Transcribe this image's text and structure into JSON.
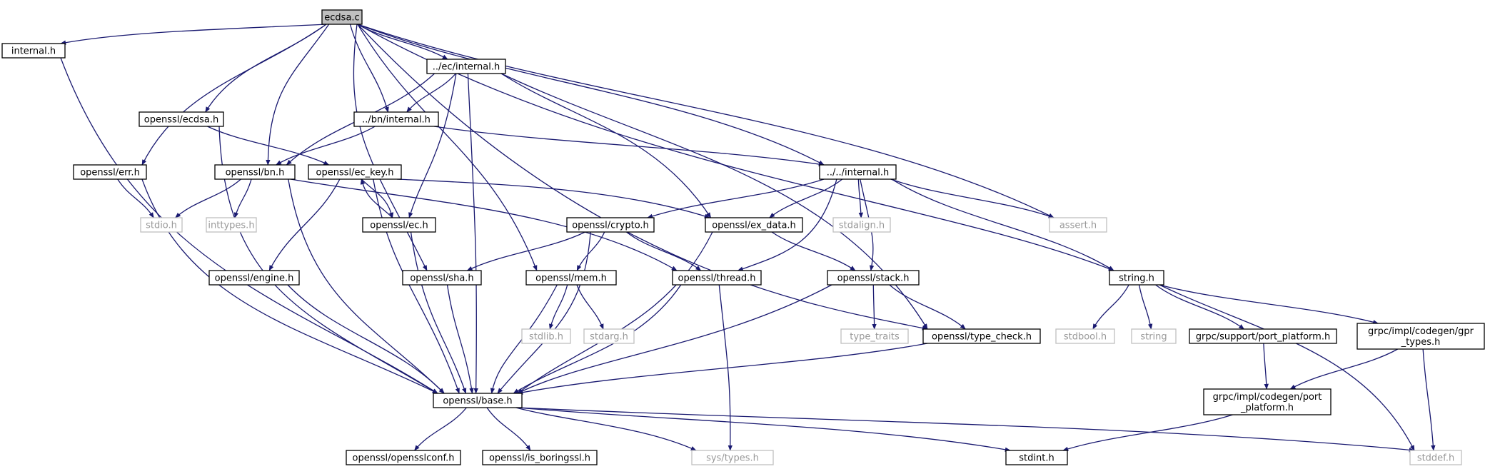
{
  "diagram": {
    "nodes": [
      {
        "id": "ecdsa_c",
        "label": [
          "ecdsa.c"
        ],
        "kind": "root"
      },
      {
        "id": "internal_h",
        "label": [
          "internal.h"
        ],
        "kind": "file"
      },
      {
        "id": "ec_internal",
        "label": [
          "../ec/internal.h"
        ],
        "kind": "file"
      },
      {
        "id": "openssl_ecdsa",
        "label": [
          "openssl/ecdsa.h"
        ],
        "kind": "file"
      },
      {
        "id": "bn_internal",
        "label": [
          "../bn/internal.h"
        ],
        "kind": "file"
      },
      {
        "id": "openssl_err",
        "label": [
          "openssl/err.h"
        ],
        "kind": "file"
      },
      {
        "id": "openssl_bn",
        "label": [
          "openssl/bn.h"
        ],
        "kind": "file"
      },
      {
        "id": "openssl_eckey",
        "label": [
          "openssl/ec_key.h"
        ],
        "kind": "file"
      },
      {
        "id": "up_internal",
        "label": [
          "../../internal.h"
        ],
        "kind": "file"
      },
      {
        "id": "stdio",
        "label": [
          "stdio.h"
        ],
        "kind": "sys"
      },
      {
        "id": "inttypes",
        "label": [
          "inttypes.h"
        ],
        "kind": "sys"
      },
      {
        "id": "openssl_ec",
        "label": [
          "openssl/ec.h"
        ],
        "kind": "file"
      },
      {
        "id": "openssl_crypto",
        "label": [
          "openssl/crypto.h"
        ],
        "kind": "file"
      },
      {
        "id": "openssl_exdata",
        "label": [
          "openssl/ex_data.h"
        ],
        "kind": "file"
      },
      {
        "id": "stdalign",
        "label": [
          "stdalign.h"
        ],
        "kind": "sys"
      },
      {
        "id": "assert",
        "label": [
          "assert.h"
        ],
        "kind": "sys"
      },
      {
        "id": "openssl_engine",
        "label": [
          "openssl/engine.h"
        ],
        "kind": "file"
      },
      {
        "id": "openssl_sha",
        "label": [
          "openssl/sha.h"
        ],
        "kind": "file"
      },
      {
        "id": "openssl_mem",
        "label": [
          "openssl/mem.h"
        ],
        "kind": "file"
      },
      {
        "id": "openssl_thread",
        "label": [
          "openssl/thread.h"
        ],
        "kind": "file"
      },
      {
        "id": "openssl_stack",
        "label": [
          "openssl/stack.h"
        ],
        "kind": "file"
      },
      {
        "id": "string_h",
        "label": [
          "string.h"
        ],
        "kind": "file"
      },
      {
        "id": "stdlib",
        "label": [
          "stdlib.h"
        ],
        "kind": "sys"
      },
      {
        "id": "stdarg",
        "label": [
          "stdarg.h"
        ],
        "kind": "sys"
      },
      {
        "id": "type_traits",
        "label": [
          "type_traits"
        ],
        "kind": "sys"
      },
      {
        "id": "openssl_typecheck",
        "label": [
          "openssl/type_check.h"
        ],
        "kind": "file"
      },
      {
        "id": "stdbool",
        "label": [
          "stdbool.h"
        ],
        "kind": "sys"
      },
      {
        "id": "string",
        "label": [
          "string"
        ],
        "kind": "sys"
      },
      {
        "id": "grpc_port_platform",
        "label": [
          "grpc/support/port_platform.h"
        ],
        "kind": "file"
      },
      {
        "id": "grpc_gpr_types",
        "label": [
          "grpc/impl/codegen/gpr",
          "_types.h"
        ],
        "kind": "file"
      },
      {
        "id": "openssl_base",
        "label": [
          "openssl/base.h"
        ],
        "kind": "file"
      },
      {
        "id": "grpc_codegen_port",
        "label": [
          "grpc/impl/codegen/port",
          "_platform.h"
        ],
        "kind": "file"
      },
      {
        "id": "openssl_opensslconf",
        "label": [
          "openssl/opensslconf.h"
        ],
        "kind": "file"
      },
      {
        "id": "openssl_isboringssl",
        "label": [
          "openssl/is_boringssl.h"
        ],
        "kind": "file"
      },
      {
        "id": "sys_types",
        "label": [
          "sys/types.h"
        ],
        "kind": "sys"
      },
      {
        "id": "stdint",
        "label": [
          "stdint.h"
        ],
        "kind": "file"
      },
      {
        "id": "stddef",
        "label": [
          "stddef.h"
        ],
        "kind": "sys"
      }
    ],
    "edges": [
      [
        "ecdsa_c",
        "internal_h"
      ],
      [
        "ecdsa_c",
        "ec_internal"
      ],
      [
        "ecdsa_c",
        "openssl_ecdsa"
      ],
      [
        "ecdsa_c",
        "bn_internal"
      ],
      [
        "ecdsa_c",
        "openssl_err"
      ],
      [
        "ecdsa_c",
        "openssl_bn"
      ],
      [
        "ecdsa_c",
        "up_internal"
      ],
      [
        "ecdsa_c",
        "openssl_sha"
      ],
      [
        "ecdsa_c",
        "openssl_mem"
      ],
      [
        "ecdsa_c",
        "assert"
      ],
      [
        "ecdsa_c",
        "string_h"
      ],
      [
        "ecdsa_c",
        "openssl_typecheck"
      ],
      [
        "internal_h",
        "openssl_base"
      ],
      [
        "ec_internal",
        "bn_internal"
      ],
      [
        "ec_internal",
        "openssl_bn"
      ],
      [
        "ec_internal",
        "openssl_ec"
      ],
      [
        "ec_internal",
        "openssl_exdata"
      ],
      [
        "ec_internal",
        "openssl_base"
      ],
      [
        "ec_internal",
        "openssl_typecheck"
      ],
      [
        "openssl_ecdsa",
        "openssl_eckey"
      ],
      [
        "openssl_ecdsa",
        "openssl_base"
      ],
      [
        "bn_internal",
        "openssl_bn"
      ],
      [
        "bn_internal",
        "up_internal"
      ],
      [
        "openssl_err",
        "stdio"
      ],
      [
        "openssl_err",
        "openssl_base"
      ],
      [
        "openssl_bn",
        "stdio"
      ],
      [
        "openssl_bn",
        "inttypes"
      ],
      [
        "openssl_bn",
        "openssl_thread"
      ],
      [
        "openssl_bn",
        "openssl_base"
      ],
      [
        "openssl_eckey",
        "openssl_ec"
      ],
      [
        "openssl_eckey",
        "openssl_engine"
      ],
      [
        "openssl_eckey",
        "openssl_exdata"
      ],
      [
        "openssl_eckey",
        "openssl_base"
      ],
      [
        "openssl_ec",
        "openssl_eckey"
      ],
      [
        "openssl_ec",
        "openssl_base"
      ],
      [
        "up_internal",
        "openssl_crypto"
      ],
      [
        "up_internal",
        "openssl_exdata"
      ],
      [
        "up_internal",
        "stdalign"
      ],
      [
        "up_internal",
        "assert"
      ],
      [
        "up_internal",
        "openssl_thread"
      ],
      [
        "up_internal",
        "openssl_stack"
      ],
      [
        "up_internal",
        "string_h"
      ],
      [
        "openssl_crypto",
        "openssl_sha"
      ],
      [
        "openssl_crypto",
        "openssl_mem"
      ],
      [
        "openssl_crypto",
        "openssl_thread"
      ],
      [
        "openssl_crypto",
        "openssl_base"
      ],
      [
        "openssl_exdata",
        "openssl_stack"
      ],
      [
        "openssl_exdata",
        "openssl_base"
      ],
      [
        "openssl_engine",
        "openssl_base"
      ],
      [
        "openssl_sha",
        "openssl_base"
      ],
      [
        "openssl_mem",
        "stdlib"
      ],
      [
        "openssl_mem",
        "stdarg"
      ],
      [
        "openssl_mem",
        "openssl_base"
      ],
      [
        "openssl_thread",
        "sys_types"
      ],
      [
        "openssl_thread",
        "openssl_base"
      ],
      [
        "openssl_stack",
        "type_traits"
      ],
      [
        "openssl_stack",
        "openssl_typecheck"
      ],
      [
        "openssl_stack",
        "openssl_base"
      ],
      [
        "openssl_typecheck",
        "openssl_base"
      ],
      [
        "string_h",
        "stdbool"
      ],
      [
        "string_h",
        "string"
      ],
      [
        "string_h",
        "grpc_port_platform"
      ],
      [
        "string_h",
        "grpc_gpr_types"
      ],
      [
        "string_h",
        "stddef"
      ],
      [
        "grpc_port_platform",
        "grpc_codegen_port"
      ],
      [
        "grpc_gpr_types",
        "grpc_codegen_port"
      ],
      [
        "grpc_gpr_types",
        "stddef"
      ],
      [
        "grpc_codegen_port",
        "stdint"
      ],
      [
        "openssl_base",
        "openssl_opensslconf"
      ],
      [
        "openssl_base",
        "openssl_isboringssl"
      ],
      [
        "openssl_base",
        "sys_types"
      ],
      [
        "openssl_base",
        "stdint"
      ],
      [
        "openssl_base",
        "stddef"
      ]
    ]
  }
}
